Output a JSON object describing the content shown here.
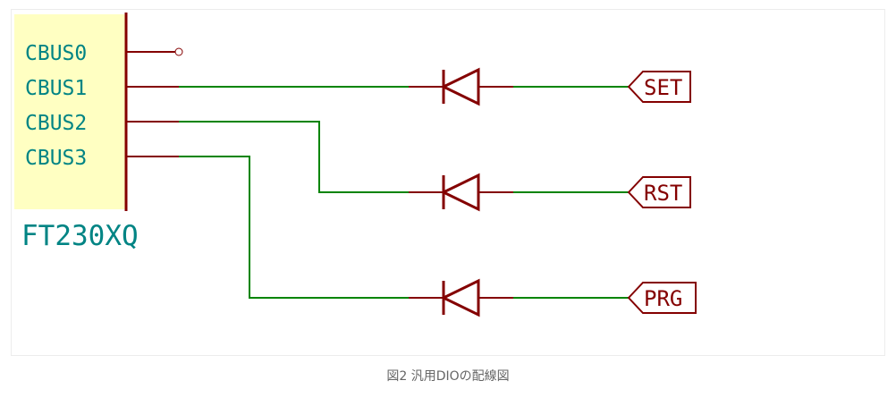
{
  "schematic": {
    "component": {
      "name": "FT230XQ",
      "pins": [
        "CBUS0",
        "CBUS1",
        "CBUS2",
        "CBUS3"
      ]
    },
    "net_labels": [
      "SET",
      "RST",
      "PRG"
    ]
  },
  "caption": "図2 汎用DIOの配線図",
  "colors": {
    "body_fill": "#ffffc2",
    "body_stroke": "#840000",
    "wire": "#008400",
    "text": "#008484",
    "label_text": "#840000"
  }
}
